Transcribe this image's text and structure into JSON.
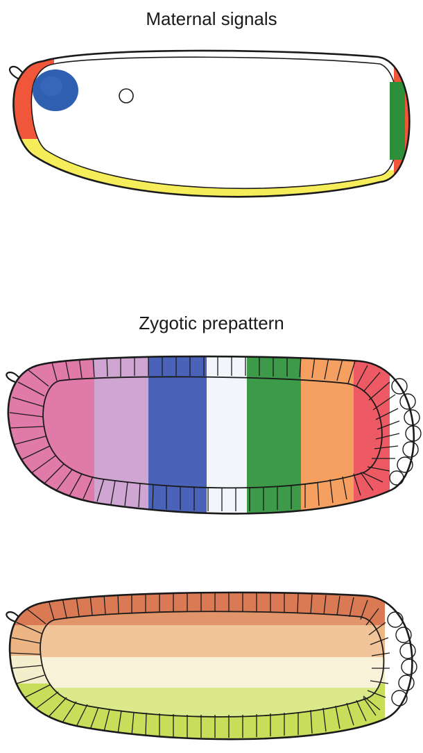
{
  "panels": [
    {
      "id": "maternal",
      "title": "Maternal signals"
    },
    {
      "id": "zygotic",
      "title": "Zygotic prepattern"
    },
    {
      "id": "dorsoventral",
      "title": ""
    }
  ],
  "colors": {
    "outline": "#1a1a1a",
    "anterior_blue": "#2f5fb0",
    "terminal_red": "#f0573a",
    "ventral_yellow": "#f5ee5a",
    "posterior_green": "#2e8f3a",
    "zygotic_bands": [
      "#e07aa8",
      "#cfa6d2",
      "#4a62b8",
      "#f2f6fa",
      "#3c9a48",
      "#f5a060",
      "#ee5a64"
    ],
    "dv_bands": [
      "#d97a55",
      "#eeb584",
      "#f5eecc",
      "#c8de5a"
    ]
  }
}
